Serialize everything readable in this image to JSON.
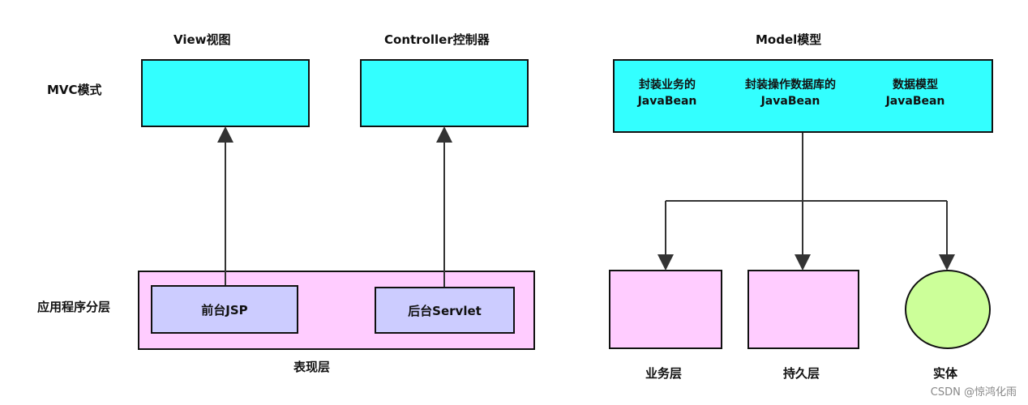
{
  "columns": {
    "view": "View视图",
    "controller": "Controller控制器",
    "model": "Model模型"
  },
  "rows": {
    "mvc": "MVC模式",
    "app_layer": "应用程序分层"
  },
  "presentation_layer": {
    "caption": "表现层",
    "jsp": "前台JSP",
    "servlet": "后台Servlet"
  },
  "model_items": [
    {
      "line1": "封装业务的",
      "line2": "JavaBean"
    },
    {
      "line1": "封装操作数据库的",
      "line2": "JavaBean"
    },
    {
      "line1": "数据模型",
      "line2": "JavaBean"
    }
  ],
  "bottom": {
    "business": "业务层",
    "persistence": "持久层",
    "entity": "实体"
  },
  "colors": {
    "cyan": "#33ffff",
    "pink": "#ffccff",
    "lavender": "#ccccff",
    "green": "#ccff99"
  },
  "watermark": "CSDN @惊鸿化雨"
}
